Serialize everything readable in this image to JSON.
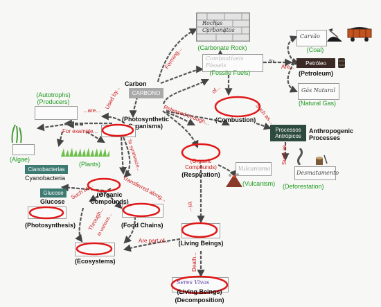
{
  "colors": {
    "accent_red": "#e01818",
    "label_green": "#1e9a1e",
    "carbono_tag": "#aaaaaa",
    "dark_tag": "#2c4a3e",
    "teal_tag": "#3d7a72"
  },
  "nodes": {
    "carbon_label": "Carbon",
    "carbono_tag": "CARBONO",
    "carbonate_rock": "(Carbonate Rock)",
    "fossil_fuels": "(Fossile Fuels)",
    "coal": "(Coal)",
    "petroleo_tag": "Petróleo",
    "petroleum": "(Petroleum)",
    "natural_gas": "(Natural Gas)",
    "autotrophs": "(Autotrophs)",
    "producers": "(Producers)",
    "photosynthetic": "(Photosynthetic\nOrganisms)",
    "combustion": "(Combustion)",
    "processos_tag": "Processos\nAntrópicos",
    "anthropogenic": "Anthropogenic\nProcesses",
    "algae": "(Algae)",
    "plants": "(Plants)",
    "cianobacterias_tag": "Cianobacterias",
    "cyanobacteria": "Cyanobacteria",
    "glucose_tag": "Glucose",
    "glucose": "Glucose",
    "organic_compounds_1": "(Organic\nCompounds)",
    "organic_compounds_2": "(Organic\nCompounds)",
    "respiration": "(Respiration)",
    "vulcanism": "(Vulcanism)",
    "deforestation": "(Deforestation)",
    "photosynthesis": "(Photosynthesis)",
    "food_chains": "(Food Chains)",
    "living_beings_1": "(Living Beings)",
    "ecosystems": "(Ecosystems)",
    "living_beings_2": "(Living Beings)",
    "decomposition": "(Decomposition)"
  },
  "links": {
    "forming": "Forming...",
    "six": "Six...",
    "are_1": "Are...",
    "used_by": "Used by...",
    "of": "of...",
    "are_2": "...are...",
    "released_through": "Released through...",
    "such_as_1": "Such as...",
    "for_example": "For example...",
    "to_synthesize": "To synthesize...",
    "transferred_along": "Transferred along...",
    "such_as_2": "Such as...",
    "through": "Through...",
    "by": "by...",
    "such_as_3": "Such as...",
    "are_part_of": "Are part of...",
    "in_various": "in various...",
    "death": "Death..."
  },
  "handwritten": {
    "rochas": "Rochas\nCarbonatos",
    "combustiveis": "Combustíveis\nFósseis",
    "carvao": "Carvão",
    "gas_natural": "Gás Natural",
    "desmatamento": "Desmatamento",
    "vulcanismo": "Vulcanismo",
    "seres_vivos": "Seres Vivos"
  },
  "icons": [
    "wall-icon",
    "coal-pile-icon",
    "coal-wagon-icon",
    "oil-barrel-icon",
    "smoke-icon",
    "tree-stump-icon",
    "volcano-icon",
    "algae-icon",
    "grass-icon"
  ]
}
